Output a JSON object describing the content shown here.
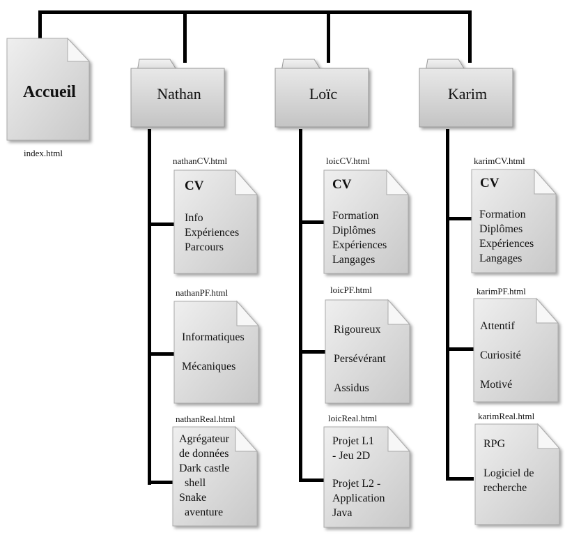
{
  "root": {
    "doc_title": "Accueil",
    "doc_file": "index.html"
  },
  "folders": [
    {
      "name": "Nathan",
      "files": [
        {
          "filename": "nathanCV.html",
          "title": "CV",
          "lines": [
            "Info",
            "Expériences",
            "Parcours"
          ]
        },
        {
          "filename": "nathanPF.html",
          "title": "",
          "lines": [
            "Informatiques",
            "Mécaniques"
          ]
        },
        {
          "filename": "nathanReal.html",
          "title": "",
          "lines": [
            "Agrégateur",
            "de données",
            "Dark castle",
            "  shell",
            "Snake",
            "  aventure"
          ]
        }
      ]
    },
    {
      "name": "Loïc",
      "files": [
        {
          "filename": "loicCV.html",
          "title": "CV",
          "lines": [
            "Formation",
            "Diplômes",
            "Expériences",
            "Langages"
          ]
        },
        {
          "filename": "loicPF.html",
          "title": "",
          "lines": [
            "Rigoureux",
            "Persévérant",
            "Assidus"
          ]
        },
        {
          "filename": "loicReal.html",
          "title": "",
          "lines": [
            "Projet L1",
            "- Jeu 2D",
            "Projet L2 -",
            "Application",
            "Java"
          ]
        }
      ]
    },
    {
      "name": "Karim",
      "files": [
        {
          "filename": "karimCV.html",
          "title": "CV",
          "lines": [
            "Formation",
            "Diplômes",
            "Expériences",
            "Langages"
          ]
        },
        {
          "filename": "karimPF.html",
          "title": "",
          "lines": [
            "Attentif",
            "Curiosité",
            "Motivé"
          ]
        },
        {
          "filename": "karimReal.html",
          "title": "",
          "lines": [
            "RPG",
            "Logiciel de",
            "recherche"
          ]
        }
      ]
    }
  ],
  "colors": {
    "connector": "#000000",
    "doc_fill": "#d9d9d9",
    "folder_fill": "#d4d4d4"
  }
}
